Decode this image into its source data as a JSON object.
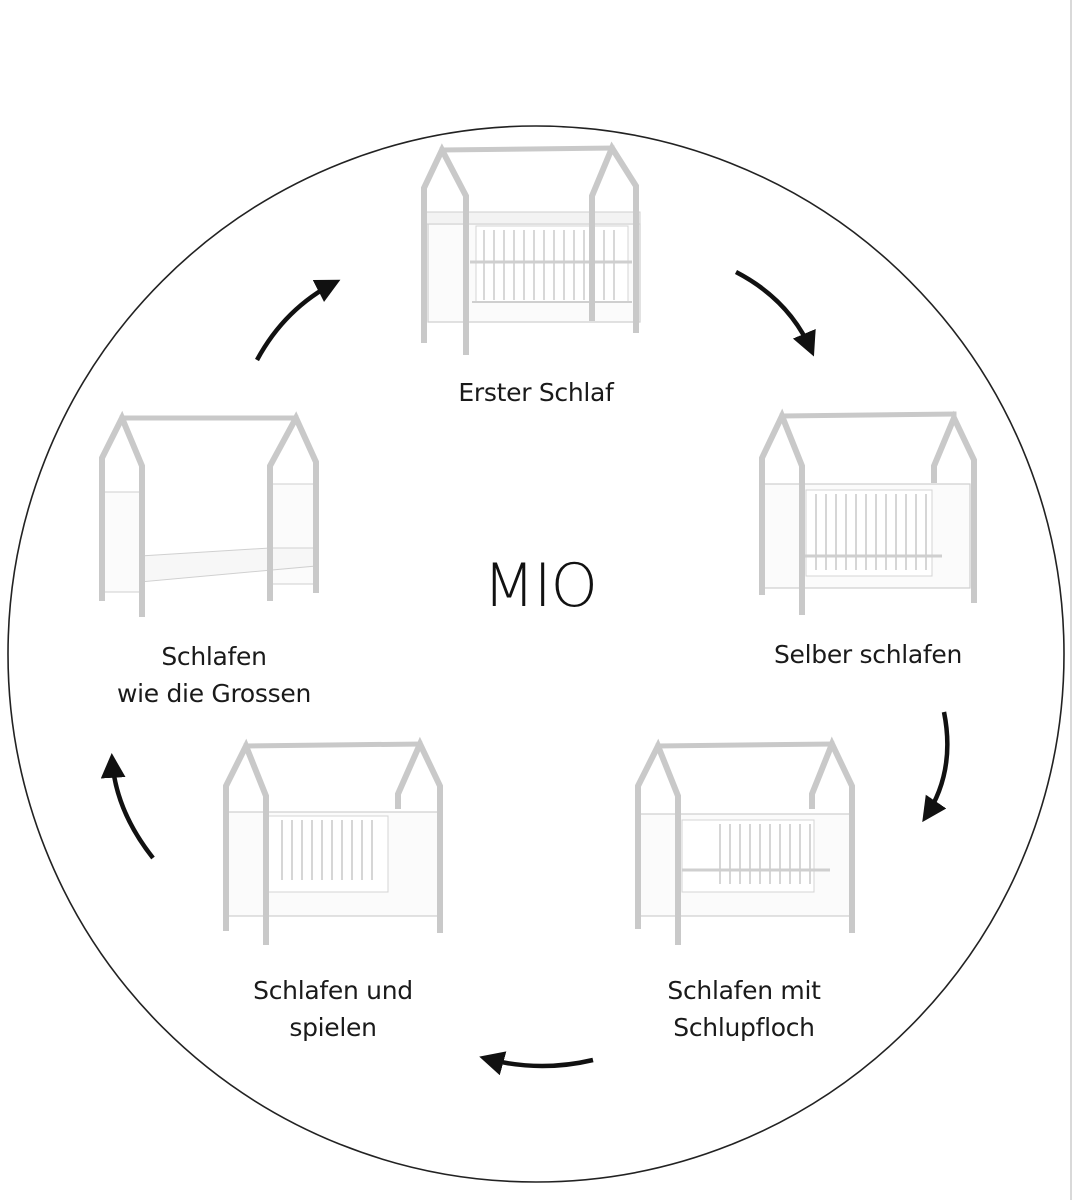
{
  "title": "MIO",
  "stages": [
    {
      "id": "erster-schlaf",
      "lines": [
        "Erster Schlaf"
      ],
      "icon": "crib-full-sides-icon"
    },
    {
      "id": "selber-schlafen",
      "lines": [
        "Selber schlafen"
      ],
      "icon": "crib-one-side-icon"
    },
    {
      "id": "schlafen-mit-schlupfloch",
      "lines": [
        "Schlafen mit",
        "Schlupfloch"
      ],
      "icon": "crib-partial-side-icon"
    },
    {
      "id": "schlafen-und-spielen",
      "lines": [
        "Schlafen und",
        "spielen"
      ],
      "icon": "crib-half-rail-icon"
    },
    {
      "id": "schlafen-wie-die-grossen",
      "lines": [
        "Schlafen",
        "wie die Grossen"
      ],
      "icon": "house-bed-icon"
    }
  ],
  "cycle_arrows": [
    "arrow-icon",
    "arrow-icon",
    "arrow-icon",
    "arrow-icon",
    "arrow-icon"
  ]
}
